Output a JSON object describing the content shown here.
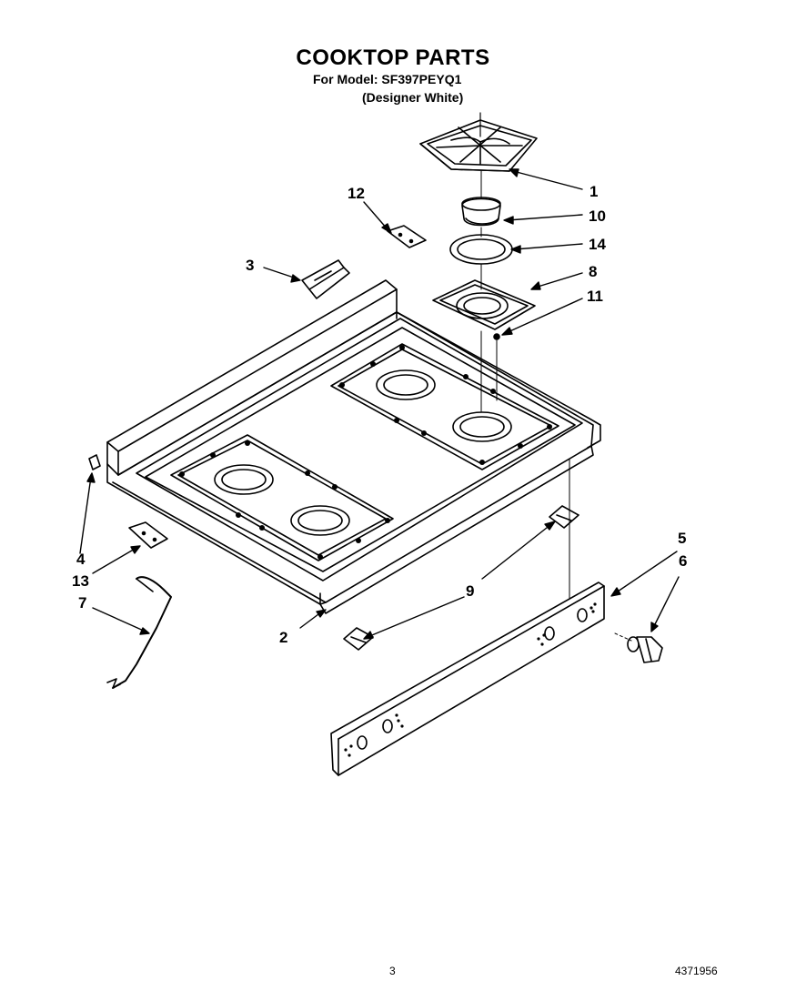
{
  "header": {
    "title": "COOKTOP PARTS",
    "model_line": "For Model: SF397PEYQ1",
    "variant": "(Designer White)"
  },
  "callouts": [
    {
      "id": "c1",
      "label": "1"
    },
    {
      "id": "c10",
      "label": "10"
    },
    {
      "id": "c14",
      "label": "14"
    },
    {
      "id": "c8",
      "label": "8"
    },
    {
      "id": "c11",
      "label": "11"
    },
    {
      "id": "c12",
      "label": "12"
    },
    {
      "id": "c3",
      "label": "3"
    },
    {
      "id": "c4",
      "label": "4"
    },
    {
      "id": "c13",
      "label": "13"
    },
    {
      "id": "c7",
      "label": "7"
    },
    {
      "id": "c2",
      "label": "2"
    },
    {
      "id": "c9",
      "label": "9"
    },
    {
      "id": "c5",
      "label": "5"
    },
    {
      "id": "c6",
      "label": "6"
    }
  ],
  "footer": {
    "page": "3",
    "doc_number": "4371956"
  }
}
